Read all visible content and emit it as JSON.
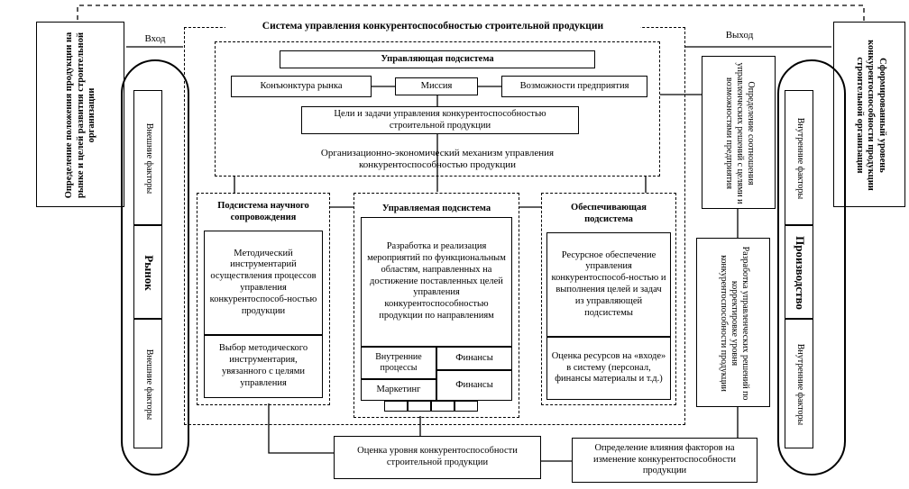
{
  "labels": {
    "system_title": "Система управления конкурентоспособностью строительной продукции",
    "input": "Вход",
    "output": "Выход",
    "left_goal": "Определение положения продукции на рынке и целей развития строительной организации",
    "right_goal": "Сформированный уровень конкурентоспособности продукции строительной организации",
    "market": "Рынок",
    "market_factors_top": "Внешние факторы",
    "market_factors_bottom": "Внешние факторы",
    "production": "Производство",
    "prod_factors_top": "Внутренние факторы",
    "prod_factors_bottom": "Внутренние факторы",
    "control_subsystem": "Управляющая подсистема",
    "market_conjuncture": "Конъюнктура рынка",
    "mission": "Миссия",
    "enterprise_capabilities": "Возможности предприятия",
    "goals_tasks": "Цели и задачи управления конкурентоспособностью строительной продукции",
    "org_mechanism": "Организационно-экономический механизм управления конкурентоспособностью продукции",
    "science_subsystem": "Подсистема научного сопровождения",
    "method_toolkit": "Методический инструментарий осуществления процессов управления конкурентоспособ-ностью продукции",
    "method_choice": "Выбор методического инструментария, увязанного с целями управления",
    "managed_subsystem": "Управляемая подсистема",
    "development_measures": "Разработка и реализация мероприятий по функциональным областям, направленных на достижение поставленных целей управления конкурентоспособностью продукции по направлениям",
    "internal_processes": "Внутренние процессы",
    "finance_1": "Финансы",
    "marketing": "Маркетинг",
    "finance_2": "Финансы",
    "support_subsystem": "Обеспечивающая подсистема",
    "resource_support": "Ресурсное обеспечение управления конкурентоспособ-ностью и выполнения целей и задач из управляющей подсистемы",
    "resource_evaluation": "Оценка ресурсов на «входе» в систему (персонал, финансы материалы и т.д.)",
    "ratio_definition": "Определение соотношения управленческих решений с целями и возможностями предприятия",
    "management_decisions": "Разработка управленческих решений по корректировке уровня конкурентоспособности продукции",
    "competitiveness_evaluation": "Оценка уровня конкурентоспособности строительной продукции",
    "factors_influence": "Определение влияния факторов на изменение конкурентоспособности продукции"
  }
}
